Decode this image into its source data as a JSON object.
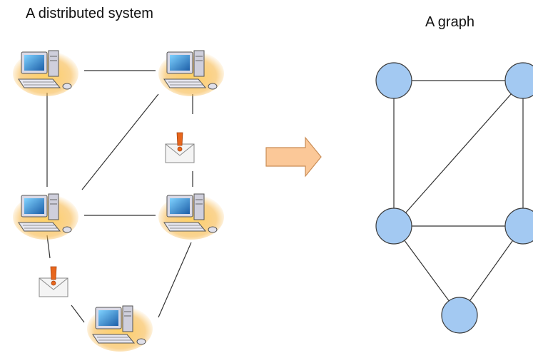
{
  "left_panel": {
    "title": "A distributed system",
    "computers": [
      "computer-top-left",
      "computer-top-right",
      "computer-mid-left",
      "computer-mid-right",
      "computer-bottom"
    ],
    "messages": [
      "message-right",
      "message-left"
    ]
  },
  "right_panel": {
    "title": "A graph",
    "node_color": "#a3c9f2",
    "node_count": 5
  },
  "arrow": {
    "fill": "#fbc898",
    "stroke": "#c98c55"
  }
}
